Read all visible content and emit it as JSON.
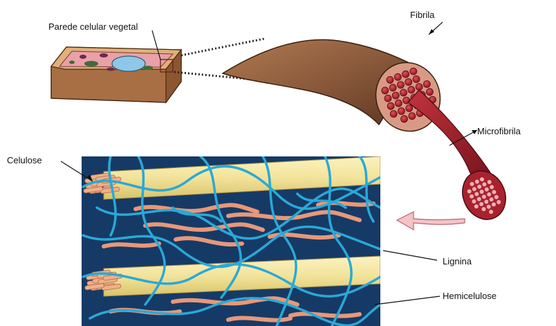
{
  "labels": {
    "cell_wall": "Parede celular vegetal",
    "fibril": "Fibrila",
    "microfibril": "Microfibrila",
    "cellulose": "Celulose",
    "lignin": "Lignina",
    "hemicellulose": "Hemicelulose"
  },
  "colors": {
    "background": "#ffffff",
    "matrix_panel": "#163a66",
    "cellulose_fiber": "#f2e39a",
    "lignin": "#2aa9d6",
    "hemicellulose": "#e89878",
    "fibril": "#8b5a3c",
    "microfibril": "#9e1f2a",
    "cell_wall_block": "#c9905e"
  },
  "icons": [
    "plant-cell-block",
    "fibril",
    "microfibril",
    "cellulose-bundle",
    "lignin-network",
    "hemicellulose-strands",
    "direction-arrow"
  ]
}
